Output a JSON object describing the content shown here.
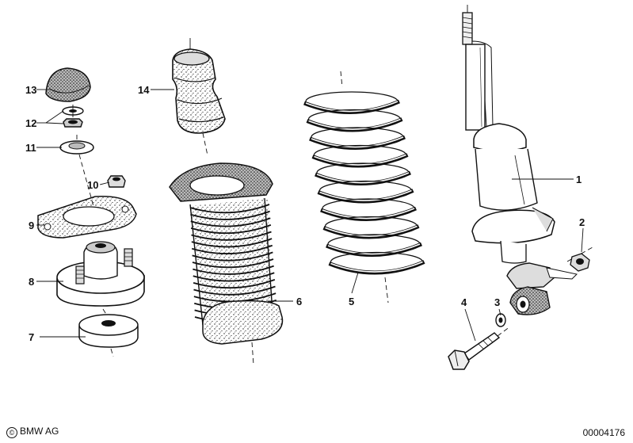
{
  "callouts": [
    "1",
    "2",
    "3",
    "4",
    "5",
    "6",
    "7",
    "8",
    "9",
    "10",
    "11",
    "12",
    "13",
    "14"
  ],
  "footer": {
    "copyright_symbol": "©",
    "left": "BMW AG",
    "right": "00004176"
  }
}
